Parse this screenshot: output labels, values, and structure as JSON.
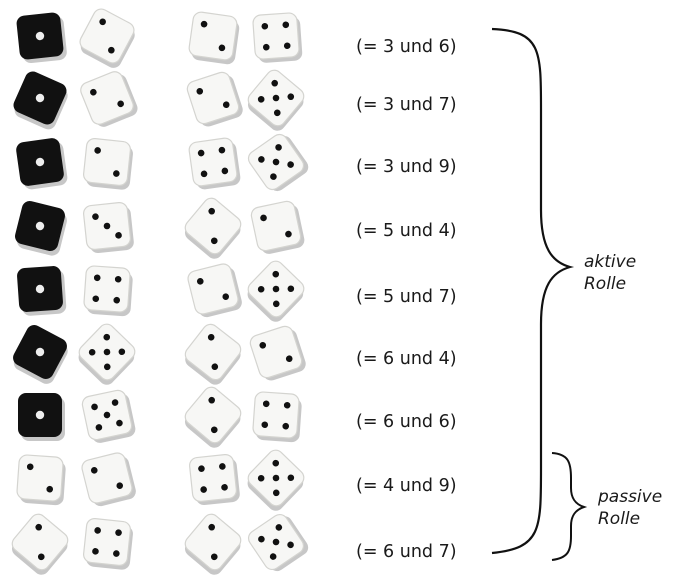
{
  "rows": [
    {
      "label": "(= 3 und 6)",
      "dice": [
        {
          "color": "black",
          "pips": 1,
          "rot": -6
        },
        {
          "color": "white",
          "pips": 2,
          "rot": 28
        },
        {
          "color": "white",
          "pips": 2,
          "rot": 8
        },
        {
          "color": "white",
          "pips": 4,
          "rot": -4
        }
      ]
    },
    {
      "label": "(= 3 und 7)",
      "dice": [
        {
          "color": "black",
          "pips": 1,
          "rot": 24
        },
        {
          "color": "white",
          "pips": 2,
          "rot": -22
        },
        {
          "color": "white",
          "pips": 2,
          "rot": -18
        },
        {
          "color": "white",
          "pips": 5,
          "rot": 40
        }
      ]
    },
    {
      "label": "(= 3 und 9)",
      "dice": [
        {
          "color": "black",
          "pips": 1,
          "rot": -8
        },
        {
          "color": "white",
          "pips": 2,
          "rot": 6
        },
        {
          "color": "white",
          "pips": 4,
          "rot": -8
        },
        {
          "color": "white",
          "pips": 5,
          "rot": -35
        }
      ]
    },
    {
      "label": "(= 5 und 4)",
      "dice": [
        {
          "color": "black",
          "pips": 1,
          "rot": 14
        },
        {
          "color": "white",
          "pips": 3,
          "rot": -6
        },
        {
          "color": "white",
          "pips": 2,
          "rot": 40
        },
        {
          "color": "white",
          "pips": 2,
          "rot": -12
        }
      ]
    },
    {
      "label": "(= 5 und 7)",
      "dice": [
        {
          "color": "black",
          "pips": 1,
          "rot": -4
        },
        {
          "color": "white",
          "pips": 4,
          "rot": 4
        },
        {
          "color": "white",
          "pips": 2,
          "rot": -14
        },
        {
          "color": "white",
          "pips": 5,
          "rot": 44
        }
      ]
    },
    {
      "label": "(= 6 und 4)",
      "dice": [
        {
          "color": "black",
          "pips": 1,
          "rot": 28
        },
        {
          "color": "white",
          "pips": 5,
          "rot": 44
        },
        {
          "color": "white",
          "pips": 2,
          "rot": 38
        },
        {
          "color": "white",
          "pips": 2,
          "rot": -18
        }
      ]
    },
    {
      "label": "(= 6 und 6)",
      "dice": [
        {
          "color": "black",
          "pips": 1,
          "rot": 0
        },
        {
          "color": "white",
          "pips": 5,
          "rot": -12
        },
        {
          "color": "white",
          "pips": 2,
          "rot": 40
        },
        {
          "color": "white",
          "pips": 4,
          "rot": 4
        }
      ]
    },
    {
      "label": "(= 4 und 9)",
      "dice": [
        {
          "color": "white",
          "pips": 2,
          "rot": 4
        },
        {
          "color": "white",
          "pips": 2,
          "rot": -14
        },
        {
          "color": "white",
          "pips": 4,
          "rot": -6
        },
        {
          "color": "white",
          "pips": 5,
          "rot": 44
        }
      ]
    },
    {
      "label": "(= 6 und 7)",
      "dice": [
        {
          "color": "white",
          "pips": 2,
          "rot": 40
        },
        {
          "color": "white",
          "pips": 4,
          "rot": 6
        },
        {
          "color": "white",
          "pips": 2,
          "rot": 40
        },
        {
          "color": "white",
          "pips": 5,
          "rot": -34
        }
      ]
    }
  ],
  "roles": {
    "active_line1": "aktive",
    "active_line2": "Rolle",
    "passive_line1": "passive",
    "passive_line2": "Rolle"
  },
  "colors": {
    "black_die": "#111111",
    "white_die": "#f7f7f5",
    "pip_on_white": "#111111",
    "pip_on_black": "#eeeeee",
    "text": "#1a1a1a"
  }
}
